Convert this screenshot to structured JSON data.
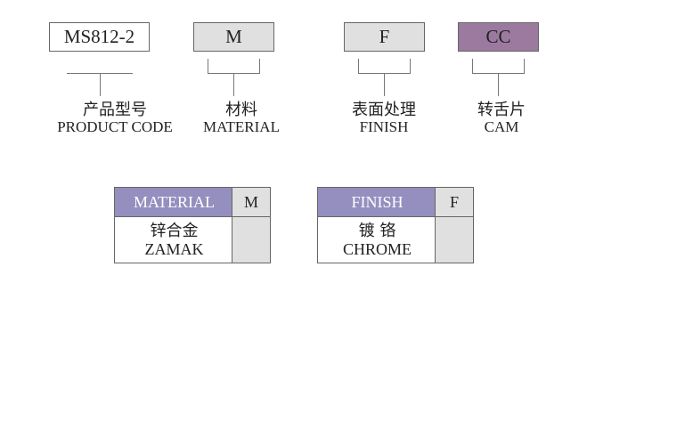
{
  "codes": [
    {
      "value": "MS812-2",
      "cn": "产品型号",
      "en": "PRODUCT CODE"
    },
    {
      "value": "M",
      "cn": "材料",
      "en": "MATERIAL"
    },
    {
      "value": "F",
      "cn": "表面处理",
      "en": "FINISH"
    },
    {
      "value": "CC",
      "cn": "转舌片",
      "en": "CAM"
    }
  ],
  "tables": [
    {
      "header": "MATERIAL",
      "code": "M",
      "cn": "锌合金",
      "en": "ZAMAK"
    },
    {
      "header": "FINISH",
      "code": "F",
      "cn": "镀 铬",
      "en": "CHROME"
    }
  ],
  "colors": {
    "header": "#948fbf",
    "cam": "#9c7aa0",
    "gray": "#e0e0e0"
  }
}
